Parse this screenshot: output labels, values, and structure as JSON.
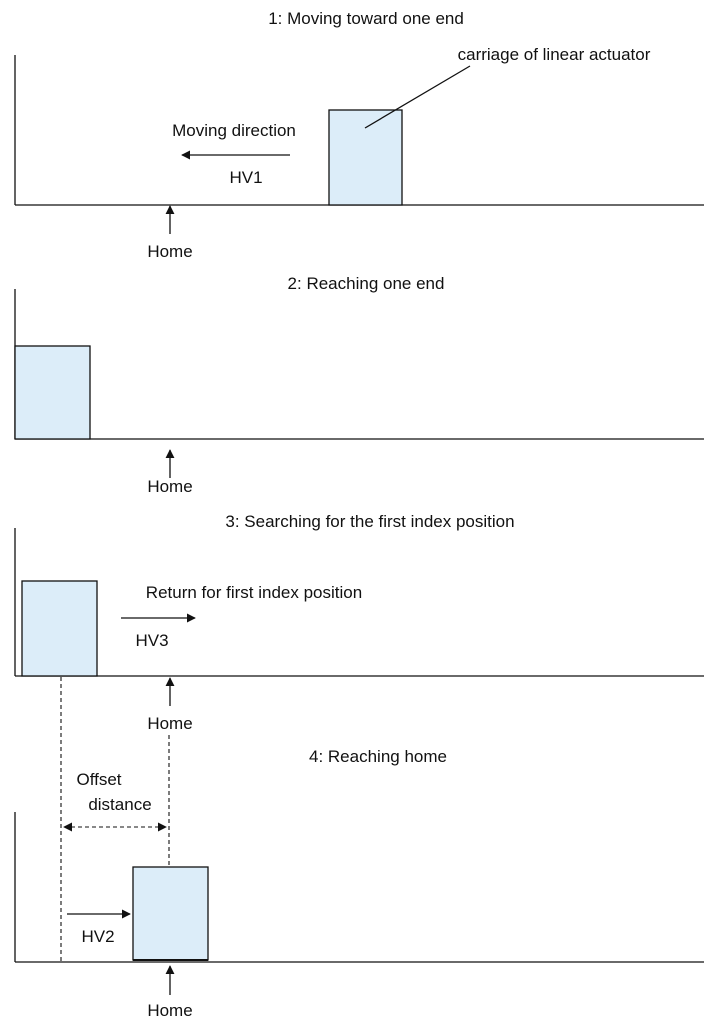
{
  "colors": {
    "carriage_fill": "#dcedf9",
    "carriage_stroke": "#111111",
    "line": "#111111"
  },
  "panel1": {
    "title": "1: Moving toward one end",
    "carriage_label": "carriage of linear actuator",
    "direction_label": "Moving direction",
    "speed_label": "HV1",
    "home_label": "Home"
  },
  "panel2": {
    "title": "2: Reaching one end",
    "home_label": "Home"
  },
  "panel3": {
    "title": "3: Searching for the first index position",
    "direction_label": "Return for first index position",
    "speed_label": "HV3",
    "home_label": "Home"
  },
  "panel4": {
    "title": "4: Reaching home",
    "offset_label_line1": "Offset",
    "offset_label_line2": "distance",
    "speed_label": "HV2",
    "home_label": "Home"
  }
}
